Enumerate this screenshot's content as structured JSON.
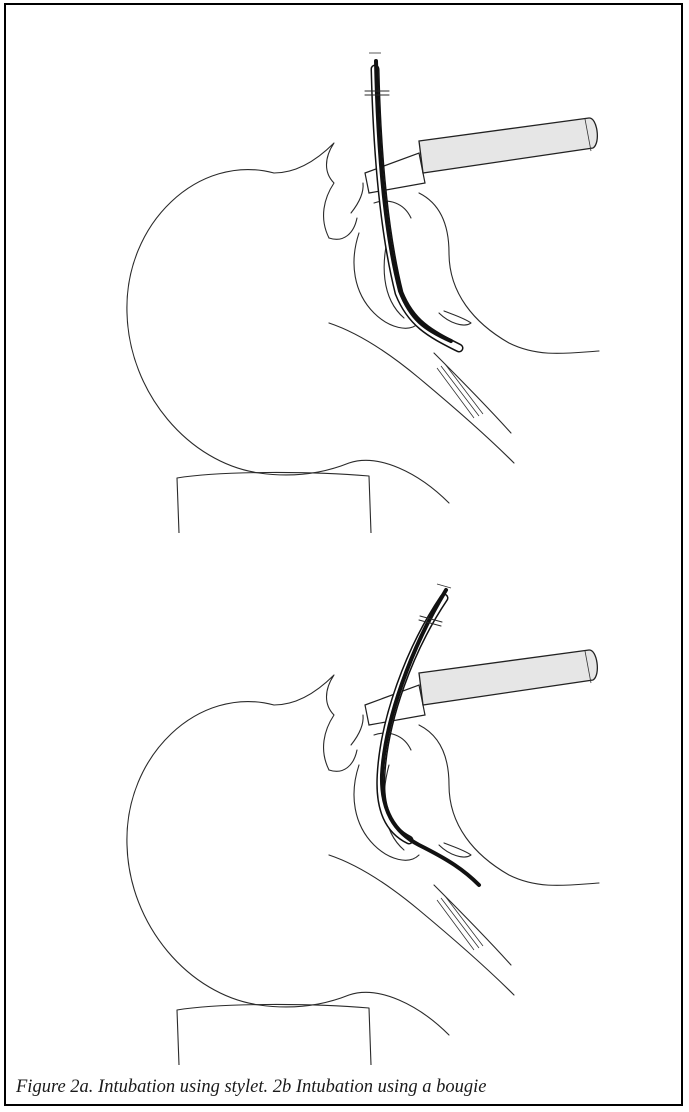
{
  "figure": {
    "caption": "Figure 2a. Intubation using stylet. 2b Intubation using a bougie"
  },
  "panels": [
    {
      "id": "2a",
      "device": "stylet"
    },
    {
      "id": "2b",
      "device": "bougie"
    }
  ],
  "colors": {
    "line": "#2a2a2a",
    "handle_fill": "#e6e6e6",
    "background": "#ffffff"
  }
}
